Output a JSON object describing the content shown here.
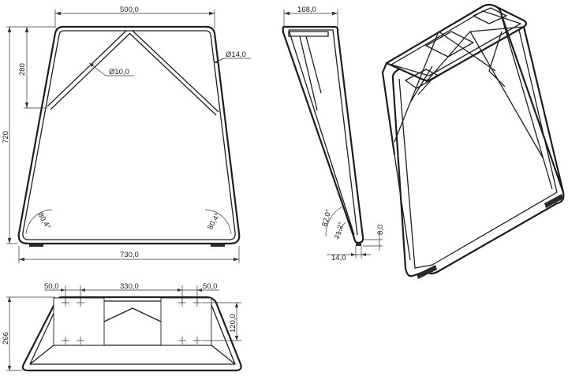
{
  "drawing": {
    "front_view": {
      "top_width": "500,0",
      "bottom_width": "730,0",
      "brace_height": "280",
      "total_height": "720",
      "brace_tube_diameter": "Ø10,0",
      "frame_tube_diameter": "Ø14,0",
      "angle_left": "80,4°",
      "angle_right": "80,4°"
    },
    "side_view": {
      "top_depth": "168,0",
      "angle_outer": "82,0°",
      "angle_inner": "71,2°",
      "foot_height": "8,0",
      "foot_width": "14,0"
    },
    "top_view": {
      "left_margin": "50,0",
      "hole_spacing": "330,0",
      "right_margin": "50,0",
      "plate_depth": "120,0",
      "total_depth": "266"
    }
  }
}
